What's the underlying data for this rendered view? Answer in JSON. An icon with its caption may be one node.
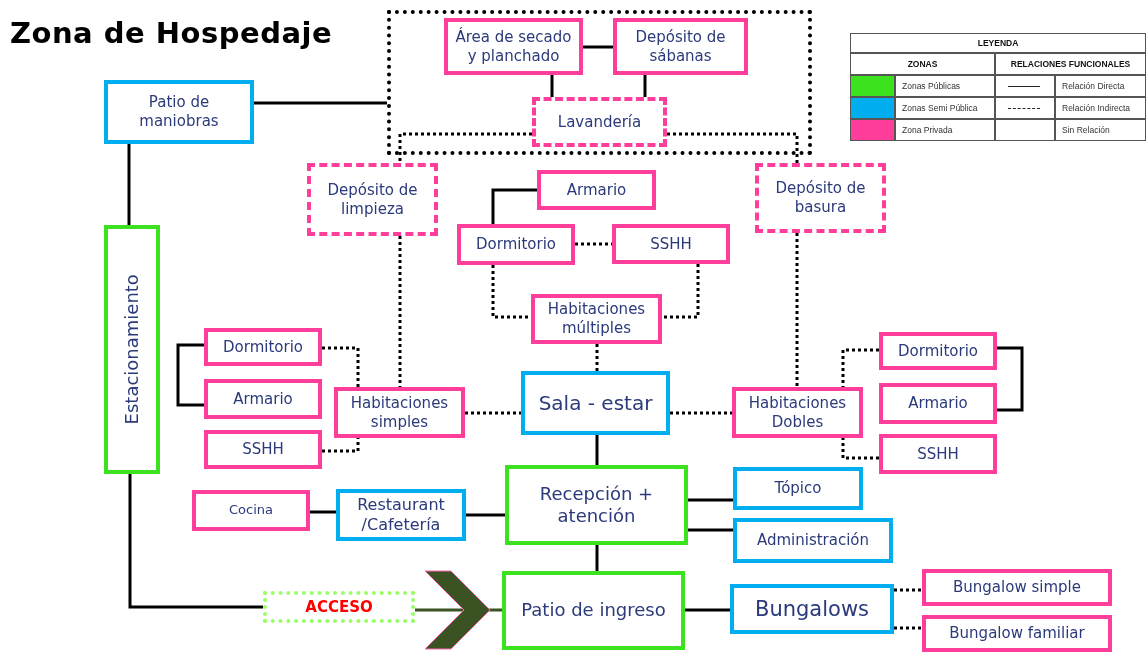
{
  "diagram": {
    "title": "Zona de Hospedaje",
    "nodes": [
      {
        "text": [],
        "shape": "box"
      },
      {
        "text": [
          "Área de secado y planchado"
        ],
        "in": 0
      },
      {
        "text": [
          "Depósito de sábanas"
        ],
        "in": 0
      },
      {
        "text": [
          "Lavandería"
        ],
        "in": 0
      },
      {
        "text": [
          "Patio de maniobras"
        ]
      },
      {
        "text": [
          "Depósito de limpieza"
        ]
      },
      {
        "text": [
          "Armario"
        ]
      },
      {
        "text": [
          "Depósito de basura"
        ]
      },
      {
        "text": [
          "Dormitorio"
        ]
      },
      {
        "text": [
          "SSHH"
        ]
      },
      {
        "text": [
          "Estacionamiento"
        ]
      },
      {
        "text": [
          "Habitaciones múltiples"
        ]
      },
      {
        "text": [
          "Dormitorio"
        ]
      },
      {
        "text": [
          "Dormitorio"
        ]
      },
      {
        "text": [
          "Armario"
        ]
      },
      {
        "text": [
          "Habitaciones simples"
        ]
      },
      {
        "text": [
          "Sala - estar"
        ]
      },
      {
        "text": [
          "Habitaciones Dobles"
        ]
      },
      {
        "text": [
          "Armario"
        ]
      },
      {
        "text": [
          "SSHH"
        ]
      },
      {
        "text": [
          "SSHH"
        ]
      },
      {
        "text": [
          "Tópico"
        ]
      },
      {
        "text": [
          "Recepción + atención"
        ]
      },
      {
        "text": [
          "Cocina"
        ]
      },
      {
        "text": [
          "Restaurant /Cafetería"
        ]
      },
      {
        "text": [
          "Administración"
        ]
      },
      {
        "text": [
          "ACCESO"
        ]
      },
      {
        "text": [
          "Patio de ingreso"
        ]
      },
      {
        "text": [
          "Bungalows"
        ]
      },
      {
        "text": [
          "Bungalow simple"
        ]
      },
      {
        "text": [
          "Bungalow familiar"
        ]
      }
    ],
    "edges": [
      {
        "from": 1,
        "to": 2,
        "arrow": "none"
      },
      {
        "from": 1,
        "to": 3,
        "arrow": "none"
      },
      {
        "from": 2,
        "to": 3,
        "arrow": "none"
      },
      {
        "from": 4,
        "to": 0,
        "arrow": "none"
      },
      {
        "from": 3,
        "to": 5,
        "arrow": "none",
        "style": "dashed"
      },
      {
        "from": 3,
        "to": 7,
        "arrow": "none",
        "style": "dashed"
      },
      {
        "from": 4,
        "to": 10,
        "arrow": "none"
      },
      {
        "from": 6,
        "to": 8,
        "arrow": "none"
      },
      {
        "from": 8,
        "to": 9,
        "arrow": "none",
        "style": "dashed"
      },
      {
        "from": 8,
        "to": 11,
        "arrow": "none",
        "style": "dashed"
      },
      {
        "from": 9,
        "to": 11,
        "arrow": "none",
        "style": "dashed"
      },
      {
        "from": 5,
        "to": 15,
        "arrow": "none",
        "style": "dashed"
      },
      {
        "from": 7,
        "to": 17,
        "arrow": "none",
        "style": "dashed"
      },
      {
        "from": 11,
        "to": 16,
        "arrow": "none",
        "style": "dashed"
      },
      {
        "from": 12,
        "to": 14,
        "arrow": "none"
      },
      {
        "from": 12,
        "to": 15,
        "arrow": "none",
        "style": "dashed"
      },
      {
        "from": 19,
        "to": 15,
        "arrow": "none",
        "style": "dashed"
      },
      {
        "from": 15,
        "to": 16,
        "arrow": "none",
        "style": "dashed"
      },
      {
        "from": 16,
        "to": 17,
        "arrow": "none",
        "style": "dashed"
      },
      {
        "from": 13,
        "to": 18,
        "arrow": "none"
      },
      {
        "from": 13,
        "to": 17,
        "arrow": "none",
        "style": "dashed"
      },
      {
        "from": 20,
        "to": 17,
        "arrow": "none",
        "style": "dashed"
      },
      {
        "from": 16,
        "to": 22,
        "arrow": "none"
      },
      {
        "from": 22,
        "to": 21,
        "arrow": "none"
      },
      {
        "from": 22,
        "to": 25,
        "arrow": "none"
      },
      {
        "from": 23,
        "to": 24,
        "arrow": "none"
      },
      {
        "from": 24,
        "to": 22,
        "arrow": "none"
      },
      {
        "from": 22,
        "to": 27,
        "arrow": "none"
      },
      {
        "from": 10,
        "to": 26,
        "arrow": "none"
      },
      {
        "from": 26,
        "to": 27,
        "arrow": "to",
        "color": "#3b5323"
      },
      {
        "from": 27,
        "to": 28,
        "arrow": "none"
      },
      {
        "from": 28,
        "to": 29,
        "arrow": "none",
        "style": "dashed"
      },
      {
        "from": 28,
        "to": 30,
        "arrow": "none",
        "style": "dashed"
      }
    ],
    "labels": [
      "LEYENDA",
      "ZONAS",
      "RELACIONES FUNCIONALES"
    ],
    "legend": [
      {
        "text": "Zonas Públicas",
        "color": "#3de21f"
      },
      {
        "text": "Zonas Semi Pública",
        "color": "#00aeef"
      },
      {
        "text": "Zona Privada",
        "color": "#ff3d9a"
      },
      {
        "text": "Relación Directa"
      },
      {
        "text": "Relación Indirecta"
      },
      {
        "text": "Sin Relación"
      }
    ]
  }
}
